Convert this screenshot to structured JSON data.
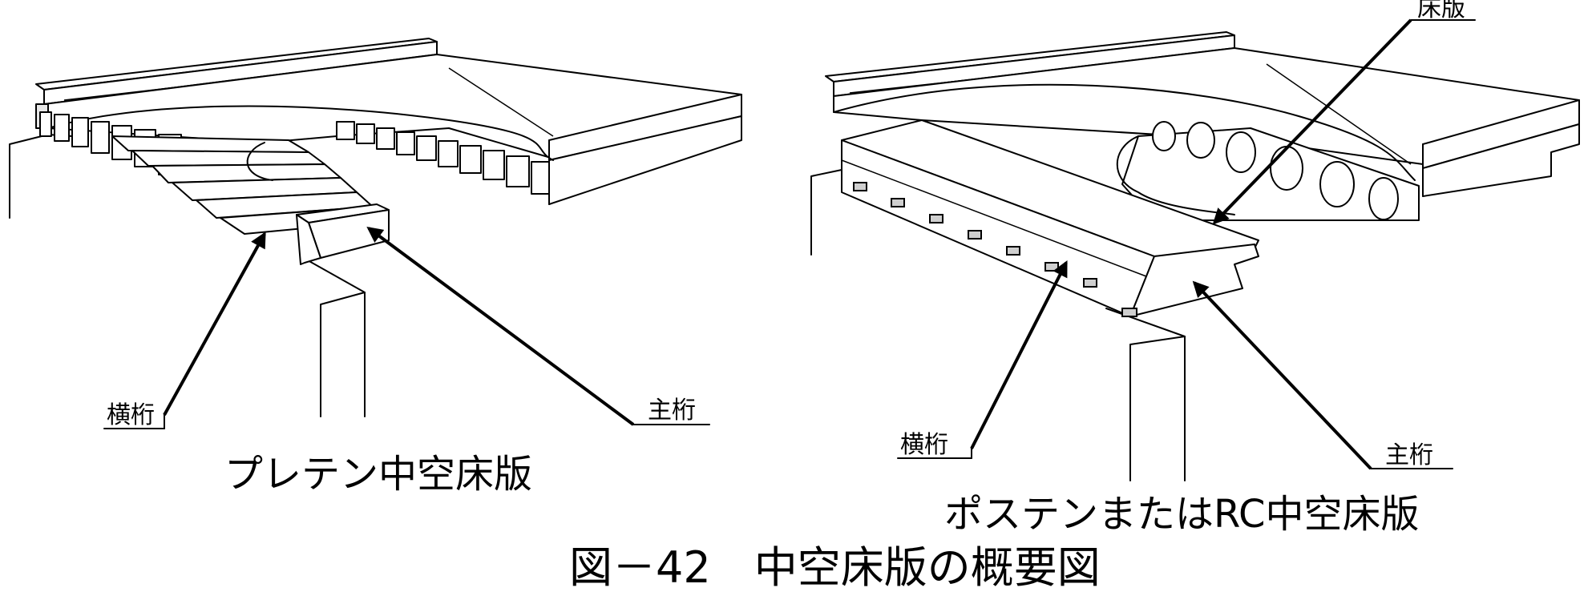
{
  "left_diagram": {
    "caption": "プレテン中空床版",
    "label_cross_girder": "横桁",
    "label_main_girder": "主桁"
  },
  "right_diagram": {
    "caption": "ポステンまたはRC中空床版",
    "label_deck_slab": "床版",
    "label_cross_girder": "横桁",
    "label_main_girder": "主桁"
  },
  "figure_title": "図－42　中空床版の概要図"
}
